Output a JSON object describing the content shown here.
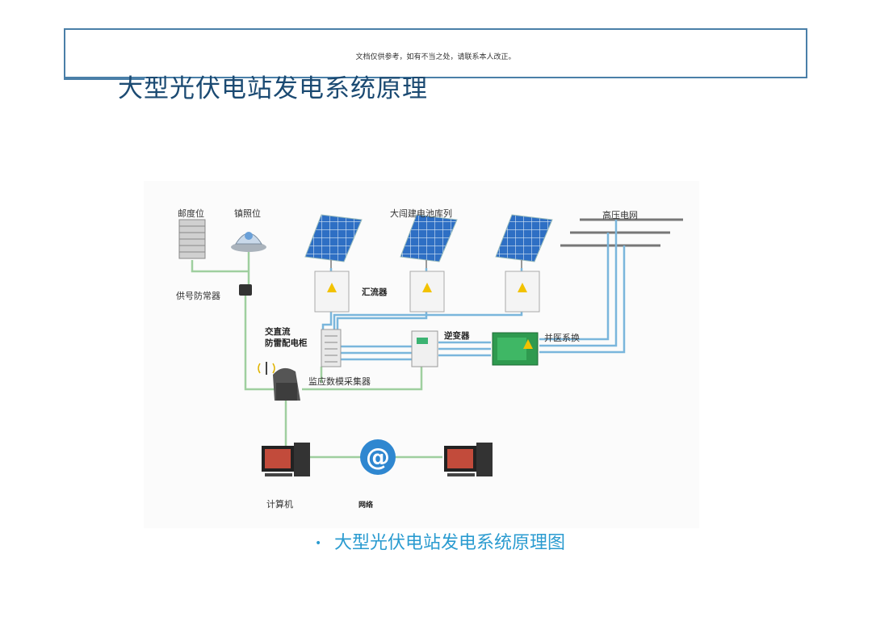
{
  "header": {
    "note": "文档仅供参考，如有不当之处，请联系本人改正。"
  },
  "title": "大型光伏电站发电系统原理",
  "diagram": {
    "labels": {
      "irradiance": "邮度位",
      "temperature": "镇照位",
      "array": "大闯建电池库列",
      "grid": "高压电网",
      "lightning": "供号防常器",
      "combiner": "汇流器",
      "dc_cabinet": "交直流\n防雷配电柜",
      "inverter": "逆变器",
      "grid_tie": "并医系换",
      "collector": "监应数模采集器",
      "computer": "计算机",
      "network": "网络"
    }
  },
  "caption": {
    "bullet": "•",
    "text": "大型光伏电站发电系统原理图"
  }
}
